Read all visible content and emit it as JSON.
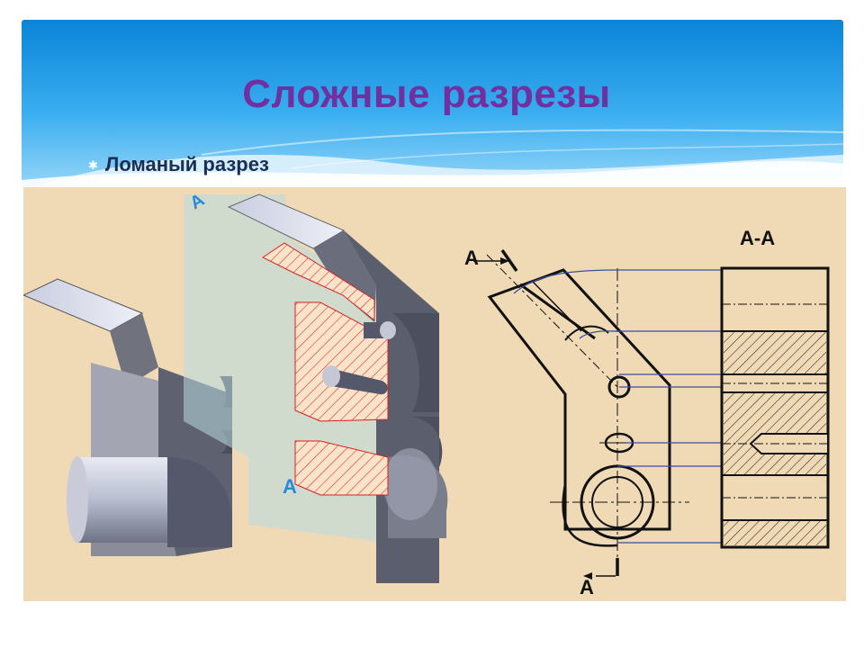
{
  "slide": {
    "title": "Сложные  разрезы",
    "bullet": {
      "icon": "snowflake-bullet-icon",
      "text": "Ломаный разрез"
    }
  },
  "figure": {
    "plane_label_top": "A",
    "plane_label_bottom": "A",
    "drawing_label_top": "A",
    "drawing_label_bottom": "A",
    "section_label": "A-A"
  },
  "colors": {
    "title": "#7030a0",
    "bullet_text": "#1a2e55",
    "header_top": "#0a84d8",
    "header_bottom": "#8ad0f6",
    "figure_bg": "#f0d9b5",
    "section_fill": "#fbe3c9",
    "hatch": "#d92020",
    "plane_label": "#2a8ad8"
  }
}
